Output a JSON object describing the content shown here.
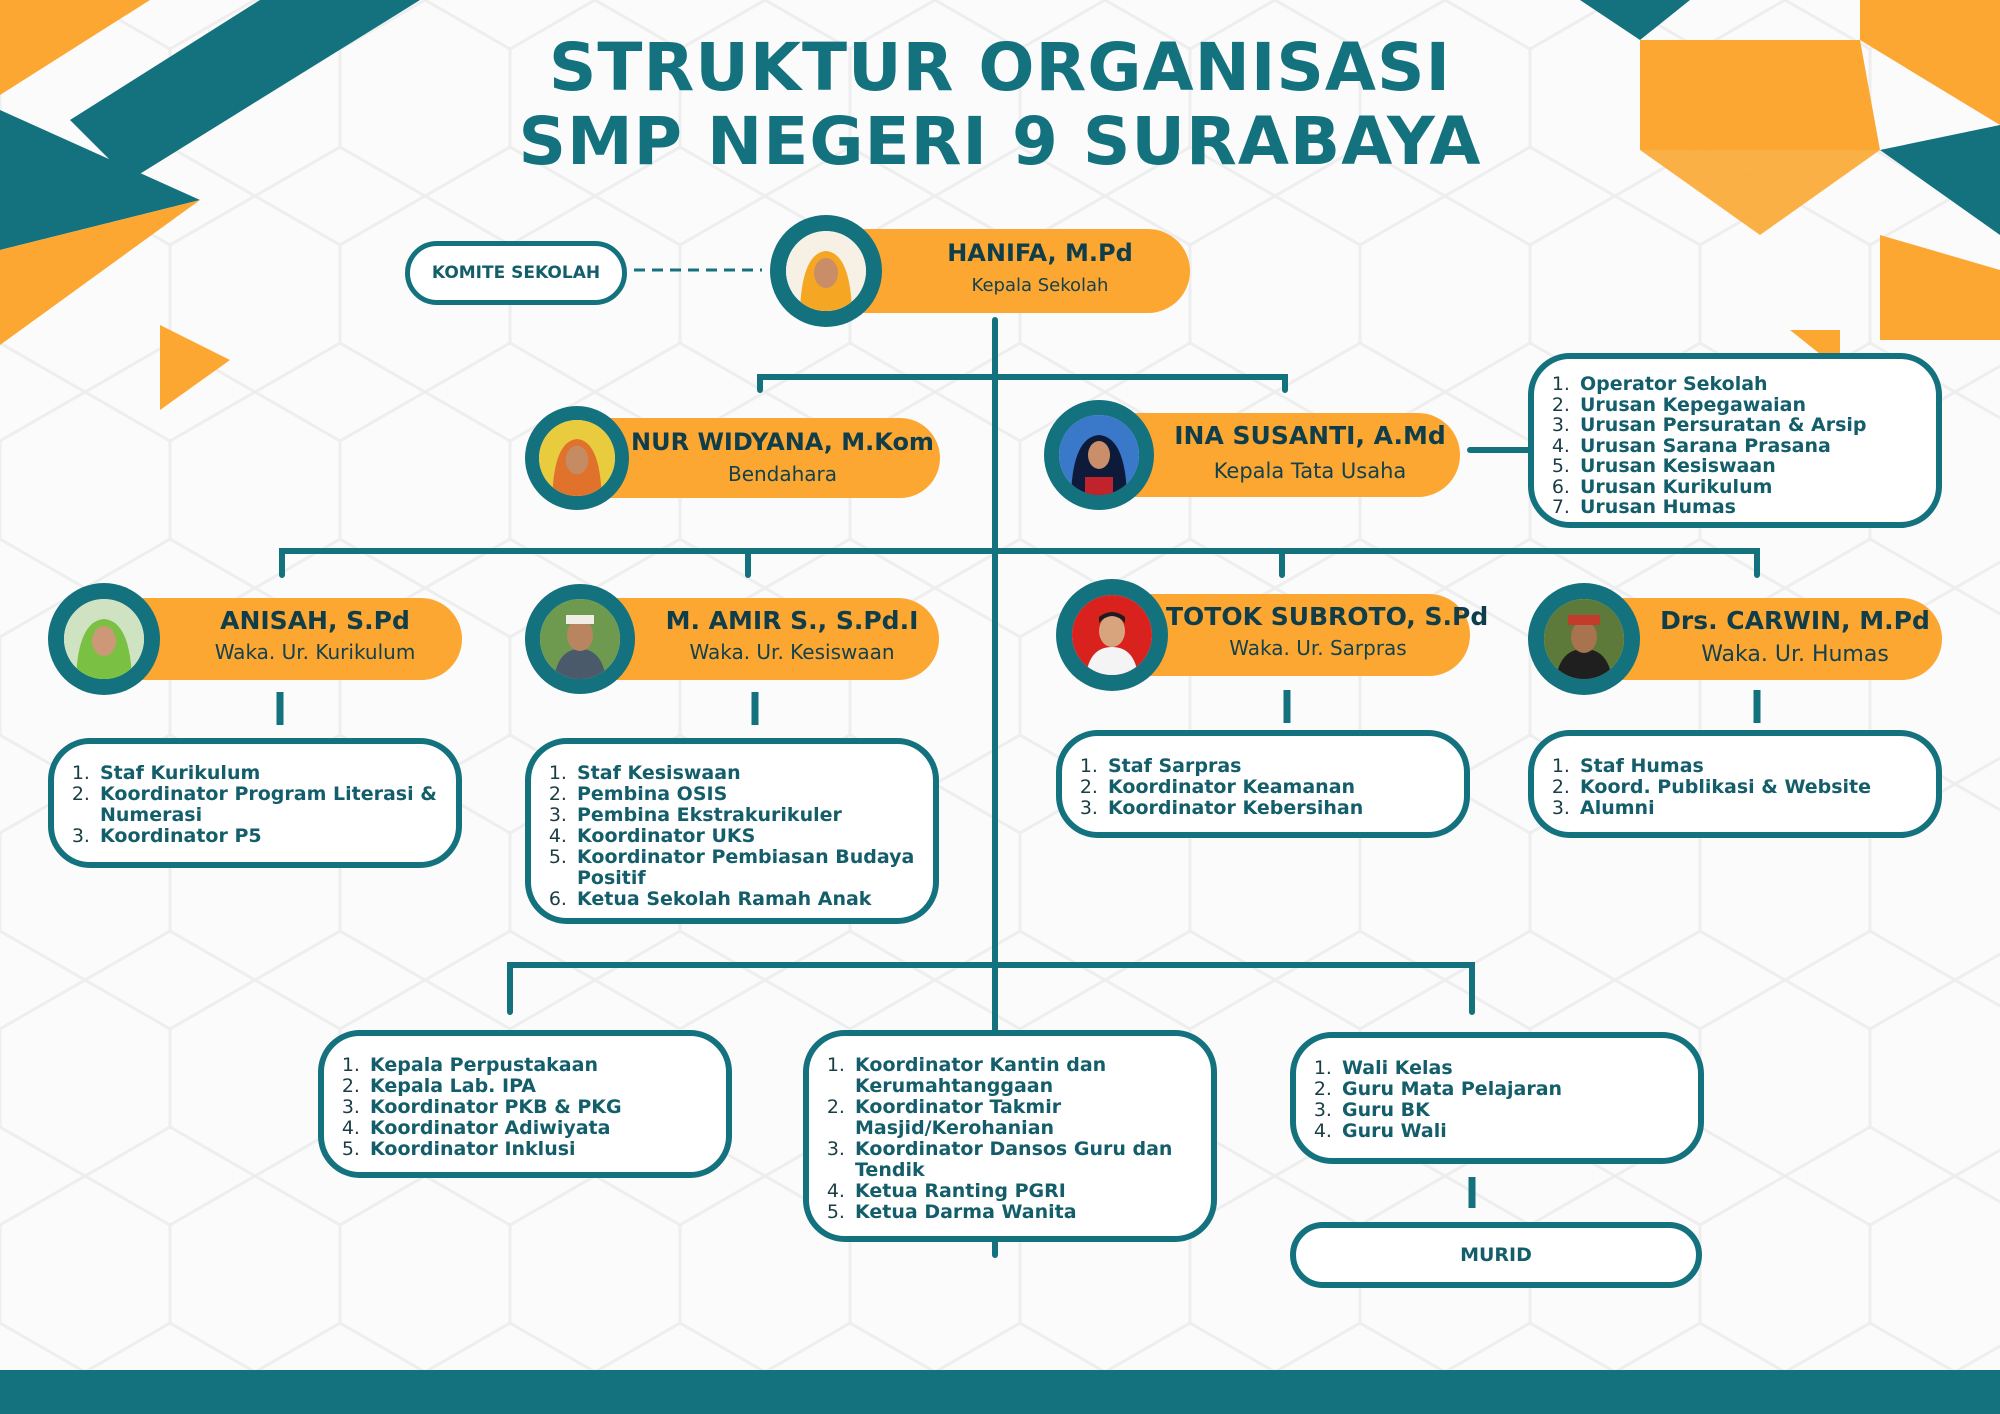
{
  "title": {
    "line1": "STRUKTUR ORGANISASI",
    "line2": "SMP NEGERI 9 SURABAYA"
  },
  "colors": {
    "teal": "#13727e",
    "orange": "#fba732",
    "dark_text": "#0f3d4a"
  },
  "komite": "KOMITE SEKOLAH",
  "murid": "MURID",
  "people": {
    "kepsek": {
      "name": "HANIFA, M.Pd",
      "role": "Kepala Sekolah"
    },
    "bendahara": {
      "name": "NUR WIDYANA, M.Kom",
      "role": "Bendahara"
    },
    "ktu": {
      "name": "INA SUSANTI, A.Md",
      "role": "Kepala Tata Usaha"
    },
    "kurikulum": {
      "name": "ANISAH, S.Pd",
      "role": "Waka. Ur. Kurikulum"
    },
    "kesiswaan": {
      "name": "M. AMIR S., S.Pd.I",
      "role": "Waka. Ur. Kesiswaan"
    },
    "sarpras": {
      "name": "TOTOK SUBROTO, S.Pd",
      "role": "Waka. Ur. Sarpras"
    },
    "humas": {
      "name": "Drs. CARWIN, M.Pd",
      "role": "Waka. Ur. Humas"
    }
  },
  "lists": {
    "tu": [
      "Operator Sekolah",
      "Urusan Kepegawaian",
      "Urusan Persuratan & Arsip",
      "Urusan Sarana Prasana",
      "Urusan Kesiswaan",
      "Urusan Kurikulum",
      "Urusan Humas"
    ],
    "kurikulum": [
      "Staf Kurikulum",
      "Koordinator Program Literasi & Numerasi",
      "Koordinator P5"
    ],
    "kesiswaan": [
      "Staf Kesiswaan",
      "Pembina OSIS",
      "Pembina Ekstrakurikuler",
      "Koordinator UKS",
      "Koordinator Pembiasan Budaya Positif",
      "Ketua Sekolah Ramah Anak"
    ],
    "sarpras": [
      "Staf Sarpras",
      "Koordinator Keamanan",
      "Koordinator Kebersihan"
    ],
    "humas": [
      "Staf Humas",
      "Koord. Publikasi & Website",
      "Alumni"
    ],
    "perpus": [
      "Kepala Perpustakaan",
      "Kepala Lab. IPA",
      "Koordinator PKB & PKG",
      "Koordinator Adiwiyata",
      "Koordinator Inklusi"
    ],
    "kantin": [
      "Koordinator Kantin dan Kerumahtanggaan",
      "Koordinator Takmir Masjid/Kerohanian",
      "Koordinator Dansos Guru dan Tendik",
      "Ketua Ranting PGRI",
      "Ketua Darma Wanita"
    ],
    "guru": [
      "Wali Kelas",
      "Guru Mata Pelajaran",
      "Guru BK",
      "Guru Wali"
    ]
  }
}
